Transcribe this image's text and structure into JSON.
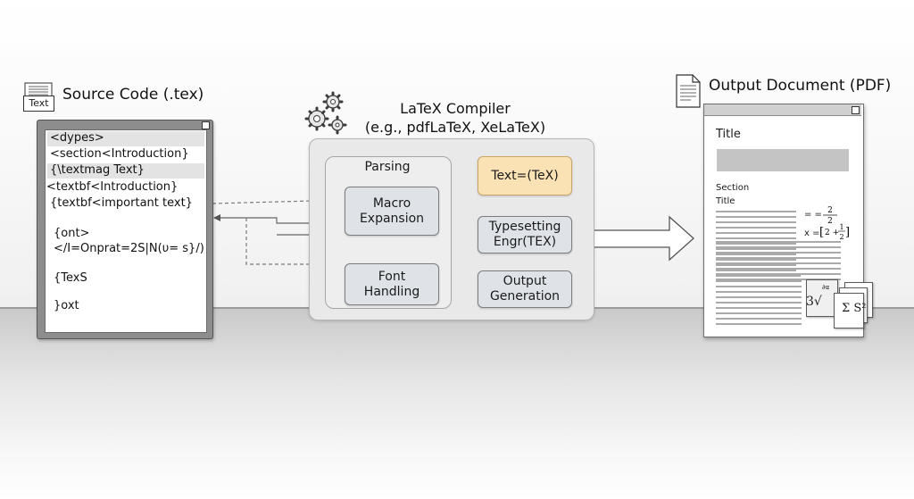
{
  "source": {
    "title": "Source Code (.tex)",
    "icon_label": "Text",
    "code_lines": [
      "<dypes>",
      "<section<Introduction}",
      "{\\textmag Text}",
      "<textbf<Introduction}",
      "{textbf<important text}",
      "{ont>",
      "</I=Onprat=2S|N(υ= s}/)",
      "{TexS",
      "}oxt"
    ]
  },
  "compiler": {
    "title_line1": "LaTeX Compiler",
    "title_line2": "(e.g., pdfLaTeX, XeLaTeX)",
    "parsing_label": "Parsing",
    "nodes": {
      "macro": "Macro\nExpansion",
      "font": "Font\nHandling",
      "tex": "Text=(TeX)",
      "typesetting": "Typesetting\nEngr(TEX)",
      "output": "Output\nGeneration"
    },
    "tex_node_color": "#fbe2b5"
  },
  "output": {
    "title": "Output Document (PDF)",
    "doc_title": "Title",
    "section_label_1": "Section",
    "section_label_2": "Title",
    "formula_1": "= =",
    "formula_2": "x =",
    "formula_small": "∂α",
    "formula_radical": "3√",
    "formula_s": "Σ S²"
  }
}
